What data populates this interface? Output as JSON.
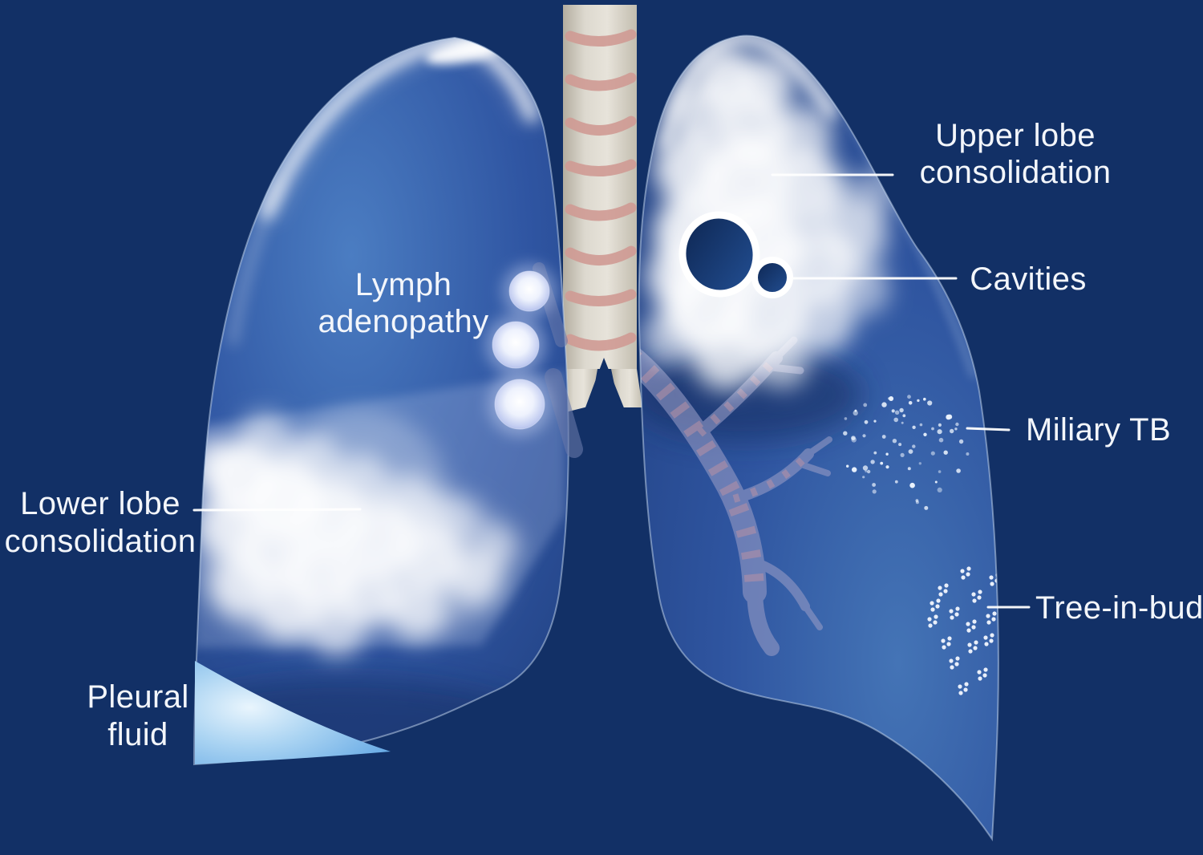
{
  "figure": {
    "kind": "medical-illustration-of-lungs"
  },
  "colors": {
    "background": "#123066",
    "label_text": "#f3f6fb",
    "leader_line": "#ffffff",
    "lung_left": "#2f57a3",
    "lung_right": "#2b4f99",
    "consolidation_cloud": "#ffffff",
    "pleural_fluid": "#8ec6ee",
    "cavity_fill": "#12315f",
    "cavity_ring": "#ffffff",
    "lymph_node": "#dbe3f8",
    "trachea": "#d9d5cb",
    "cartilage_ring": "#cf9a93",
    "bronchi": "#9298c4"
  },
  "labels": {
    "upper_lobe_consolidation": {
      "line1": "Upper lobe",
      "line2": "consolidation"
    },
    "cavities": {
      "line1": "Cavities"
    },
    "miliary_tb": {
      "line1": "Miliary TB"
    },
    "tree_in_bud": {
      "line1": "Tree-in-bud"
    },
    "lymph_adenopathy": {
      "line1": "Lymph",
      "line2": "adenopathy"
    },
    "lower_lobe_consolidation": {
      "line1": "Lower lobe",
      "line2": "consolidation"
    },
    "pleural_fluid": {
      "line1": "Pleural",
      "line2": "fluid"
    }
  }
}
